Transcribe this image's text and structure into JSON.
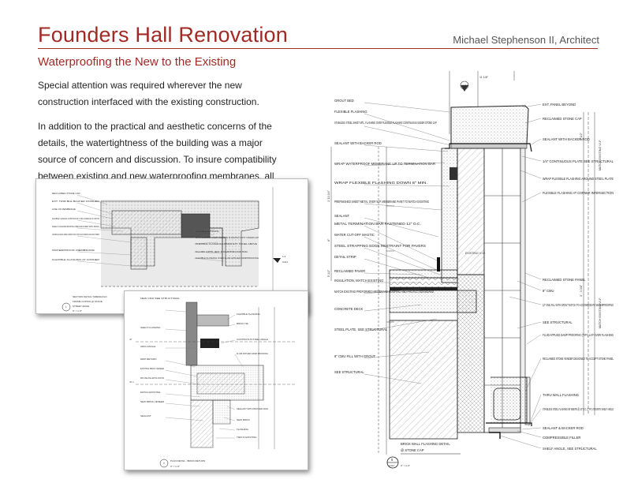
{
  "header": {
    "title": "Founders Hall Renovation",
    "architect": "Michael Stephenson II, Architect"
  },
  "section": {
    "subtitle": "Waterproofing the New to the Existing",
    "paragraphs": [
      "Special attention was required wherever the new construction interfaced with the existing construction.",
      "In addition to  the practical and aesthetic concerns of the details, the watertightness of the building was a major source of concern and discussion. To insure compatibility between existing and new waterproofing membranes, all waterproofing details were coordinated with the owner’s waterproofing consultants."
    ]
  },
  "main_detail": {
    "caption_line1": "BRICK WALL FLASHING DETAIL",
    "caption_line2": "@ STONE CAP",
    "detail_number": "5",
    "sheet_number": "A414",
    "scale": "3\" = 1'-0\"",
    "dim_top": "11 1/8\"",
    "dim_right_top": "1' 1/2\"",
    "dim_right_mid": "3' - 3 3/8\"",
    "dim_left_a": "1' 10 3/4\"",
    "dim_left_b": "6\"",
    "dim_left_c": "5 1/2\"",
    "existing_label": "EXISTING V.I.F.",
    "match_existing": "MATCH EXISTING V.I.F.",
    "labels_left": [
      "GROUT BED",
      "FLEXIBLE FLASHING",
      "STAINLESS STEEL SHEET MTL. FLASHING OVER FLEXIBLE FLASHING CONTINUOUS UNDER STONE CAP",
      "SEALANT WITH BACKER ROD",
      "WRAP WATERPROOF MEMBRANE UP TO TERMINATION BAR",
      "WRAP FLEXIBLE FLASHING DOWN 6\" MIN.",
      "PREFINISHED SHEET METAL OVER W.P. MEMBRANE PAINT TO MATCH EXISTING",
      "SEALANT",
      "METAL TERMINATION BAR FASTENED 12\" O.C.",
      "WATER CUT-OFF MASTIC",
      "STEEL STRAPPING EDGE RESTRAINT FOR PAVERS",
      "DETAIL STRIP",
      "RECLAIMED PAVER",
      "INSULATION, MATCH EXISTING",
      "MATCH EXISTING PREFORMED MEMBRANE ROOFING AND PROTECTION BOARD",
      "CONCRETE DECK",
      "STEEL PLATE, SEE STRUCTURAL",
      "8\" CMU FILL WITH GROUT",
      "SEE STRUCTURAL"
    ],
    "labels_right": [
      "EXT. PANEL BEYOND",
      "RECLAIMED STONE CAP",
      "SEALANT WITH BACKER ROD",
      "1/4\" CONTINUOUS PLATE SEE STRUCTURAL",
      "WRAP FLEXIBLE FLASHING AROUND STEEL PLATE",
      "FLEXIBLE FLASHING AT CORNER INTERSECTION",
      "RECLAIMED STONE PANEL",
      "8\" CMU",
      "12\" CMU FILL WITH GROUT NOTCH TO ACCOMMODATE WATERPROOFING",
      "SEE STRUCTURAL",
      "FLUID APPLIED DAMP PROOFING (TYP.) LAP OVER FLASHING",
      "RECLAIMED STONE VENEER DESIGNED TO ACCEPT STONE PANEL",
      "THRU WALL FLASHING",
      "STAINLESS STEEL FLASHING W/ WEEPS @ 24\" O.C. (TYP.) AT EVERY SHELF ANGLE",
      "SEALANT & BACKER ROD",
      "COMPRESSIBLE FILLER",
      "SHELF ANGLE, SEE STRUCTURAL"
    ]
  },
  "sheet_a": {
    "labels_left": [
      "RECLAIMED STONE CAP",
      "EXT. TRIM BLE BACKER FINISHED",
      "LINE OF MEMBRANE",
      "FLEXIBLE FLASHING CONTINUOUS 6\" MIN. OVERLAP AT JOINTS",
      "SHELF FLASHING BE INSULATED ENCLOSED WITH DETAIL",
      "FLEXIBLE FLASHING UNDER A WATER TIGHT JOINT IN ACCORDANCE MANUFACTURER'S",
      "WATERPROOF MEMBRANE",
      "FLEXIBLE FLASHING AT CORNER"
    ],
    "labels_right": [
      "FLEXIBLE FLASHING",
      "EXT. FLASHING OVER FLEXIBLE FLASHING CONT. UNDER CAP",
      "FLEXIBLE FLASHING UNDER EXT. PANEL ABOVE",
      "FLUID APPLIED DAMPPROOFING",
      "FLEXIBLE FLASHING OVER FLUID APPLIED DAMPPROOFING"
    ],
    "caption_line1": "SECTION DETAIL THRESHOLD",
    "caption_line2": "FRAME COPING @ STAGE",
    "caption_line3": "STREET EDGE",
    "detail_number": "1",
    "scale": "3\" = 1'-0\"",
    "elev_tag": "1-4",
    "sheet_ref": "A414"
  },
  "sheet_b": {
    "caption": "PLAN DETAIL - BRICK RETURN",
    "detail_number": "3",
    "scale": "3\" = 1'-0\"",
    "grid_47": "47",
    "grid_471": "47.1",
    "labels_left": [
      "NEW CMU SEE STRUCTURAL",
      "SHELF FLASHING",
      "ARCH ANGLE",
      "DRIP RETURN",
      "EXISTING BRICK VENEER",
      "BRICK STEEL ANGLE EXISTING CONDITION",
      "MATCH EXISTING",
      "NEW BRICK VENEER",
      "SEALANT"
    ],
    "labels_right": [
      "FLEXIBLE FLASHING",
      "BRICK TIE",
      "CONTINUOUS STEEL ANGLE",
      "FLUID APPLIED DAMP PROOFING",
      "SEALANT WITH BACKER ROD",
      "NEW BRICK",
      "FLASHING",
      "TIED IN EXISTING"
    ]
  }
}
